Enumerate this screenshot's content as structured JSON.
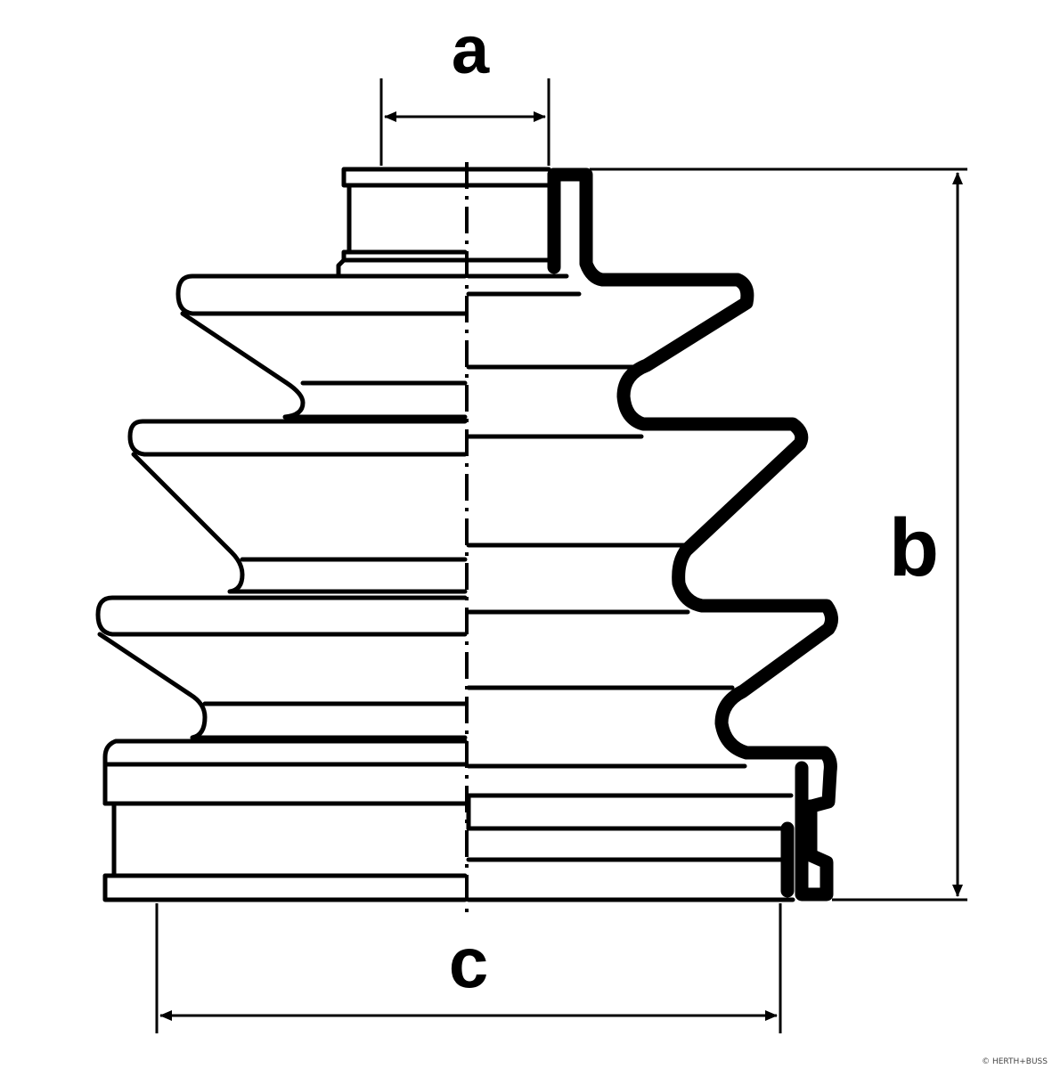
{
  "dimensions": {
    "a": "a",
    "b": "b",
    "c": "c"
  },
  "watermark": "© HERTH+BUSS"
}
